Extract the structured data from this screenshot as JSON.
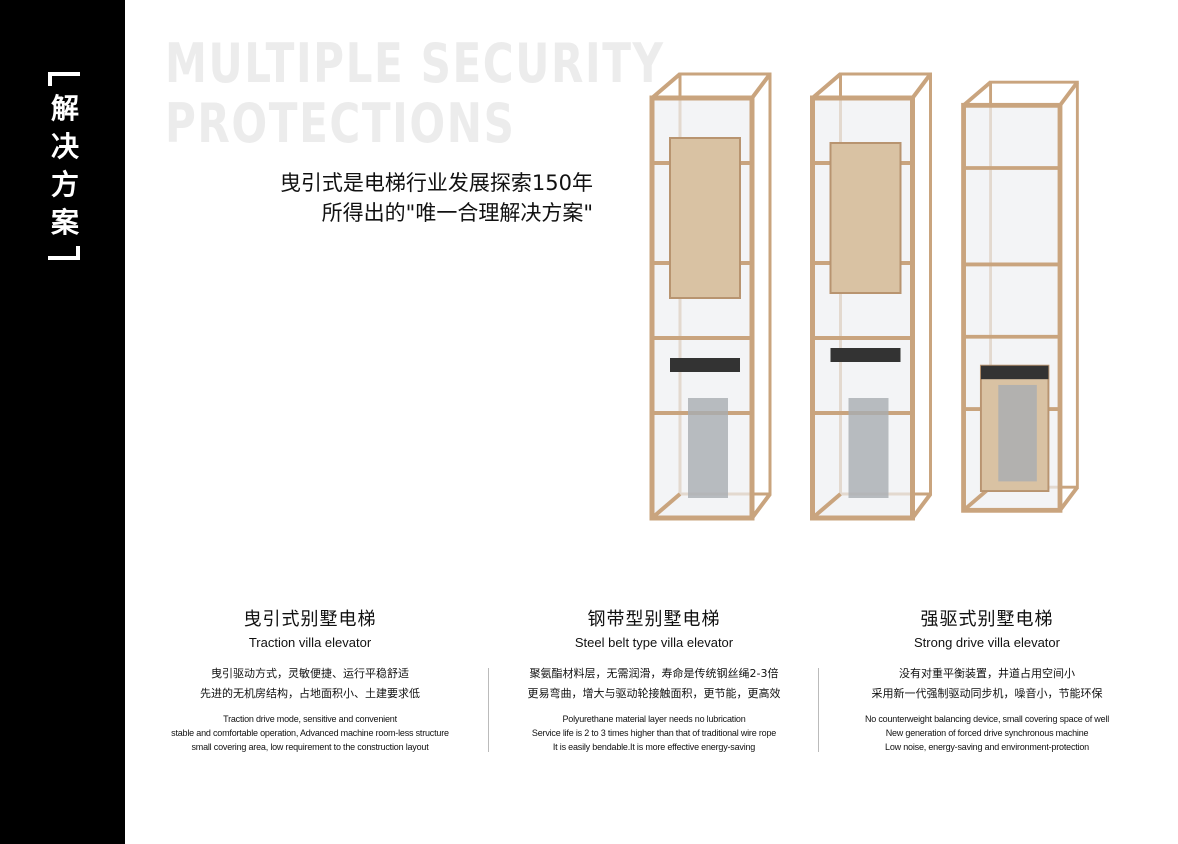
{
  "sidebar": {
    "title_chars": [
      "解",
      "决",
      "方",
      "案"
    ]
  },
  "background_text": {
    "line1": "MULTIPLE SECURITY",
    "line2": "PROTECTIONS"
  },
  "headline": {
    "line1": "曳引式是电梯行业发展探索150年",
    "line2": "所得出的\"唯一合理解决方案\""
  },
  "colors": {
    "gold": "#c9a47e",
    "sidebar": "#000000"
  },
  "products": [
    {
      "title_cn": "曳引式别墅电梯",
      "title_en": "Traction villa elevator",
      "desc_cn": [
        "曳引驱动方式，灵敏便捷、运行平稳舒适",
        "先进的无机房结构，占地面积小、土建要求低"
      ],
      "desc_en": [
        "Traction drive mode, sensitive and convenient",
        "stable and comfortable operation, Advanced machine room-less structure",
        "small covering area, low requirement to the construction layout"
      ]
    },
    {
      "title_cn": "钢带型别墅电梯",
      "title_en": "Steel belt type villa elevator",
      "desc_cn": [
        "聚氨酯材料层，无需润滑，寿命是传统钢丝绳2-3倍",
        "更易弯曲，增大与驱动轮接触面积，更节能，更高效"
      ],
      "desc_en": [
        "Polyurethane material layer needs no lubrication",
        "Service life is 2 to 3 times higher than that of traditional wire rope",
        "It is easily bendable.It is more effective energy-saving"
      ]
    },
    {
      "title_cn": "强驱式别墅电梯",
      "title_en": "Strong drive villa elevator",
      "desc_cn": [
        "没有对重平衡装置，井道占用空间小",
        "采用新一代强制驱动同步机，噪音小，节能环保"
      ],
      "desc_en": [
        "No counterweight balancing device, small covering space of well",
        "New generation of forced drive synchronous machine",
        "Low noise, energy-saving and environment-protection"
      ]
    }
  ]
}
